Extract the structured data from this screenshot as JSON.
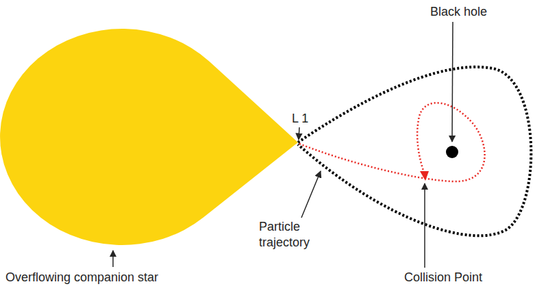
{
  "diagram": {
    "labels": [
      "Black hole",
      "L 1",
      "Particle trajectory",
      "Overflowing companion star",
      "Collision Point"
    ]
  }
}
